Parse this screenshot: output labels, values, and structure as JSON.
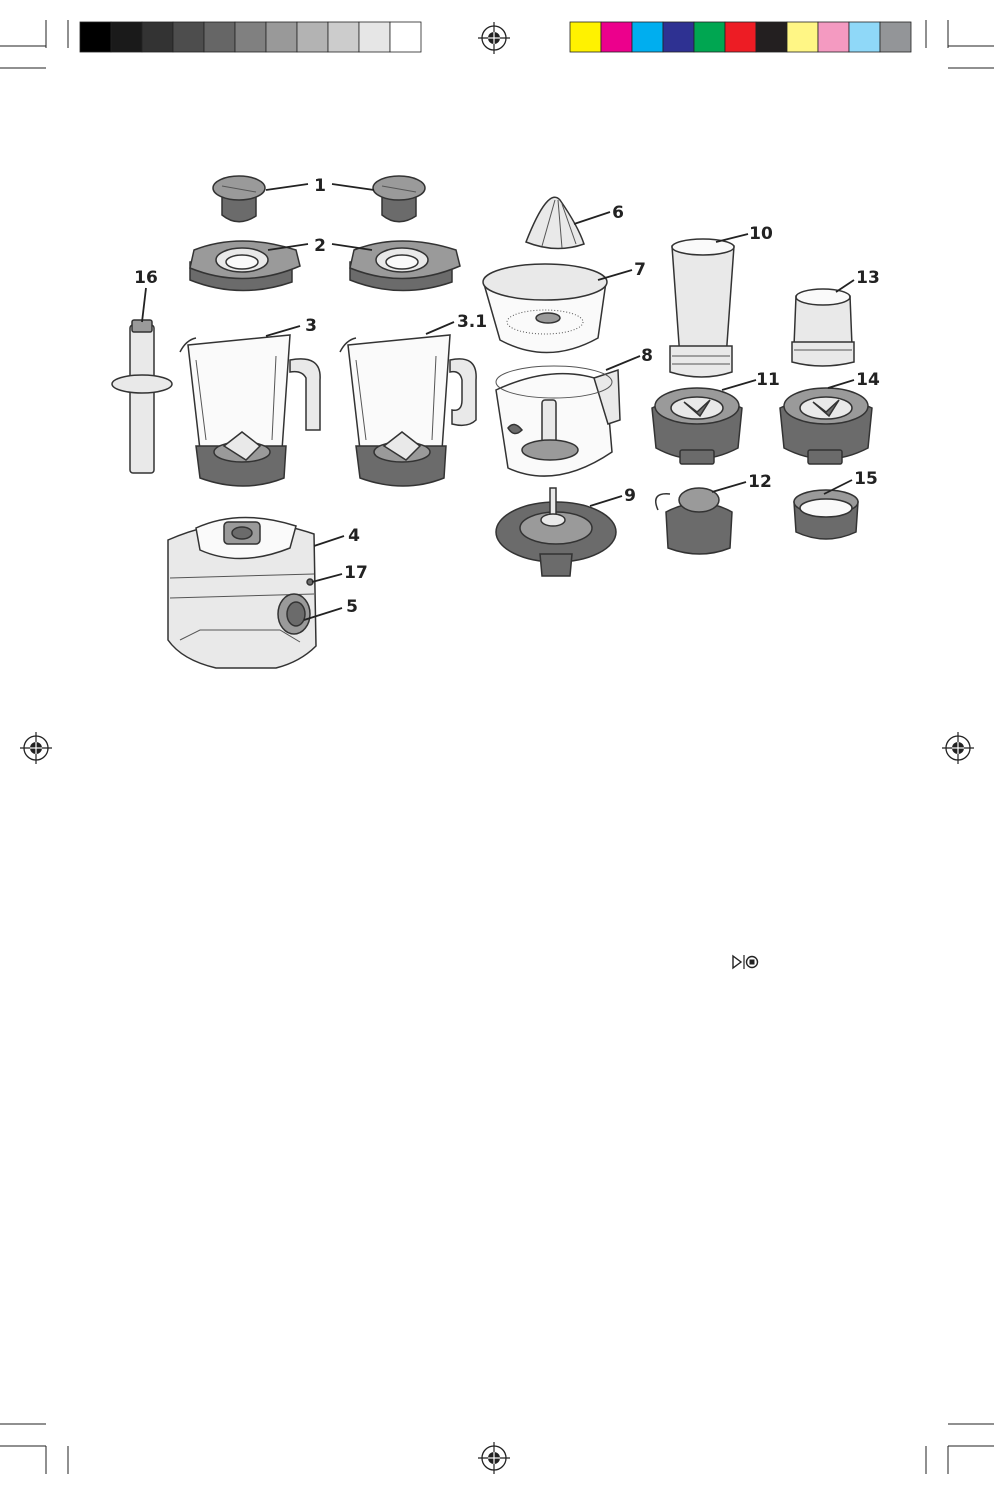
{
  "swatches": {
    "grayscale": [
      "#000000",
      "#1a1a1a",
      "#333333",
      "#4d4d4d",
      "#666666",
      "#808080",
      "#999999",
      "#b3b3b3",
      "#cccccc",
      "#e6e6e6",
      "#ffffff"
    ],
    "color": [
      "#fff200",
      "#ec008c",
      "#00aeef",
      "#2e3192",
      "#00a651",
      "#ed1c24",
      "#231f20",
      "#fff685",
      "#f49ac1",
      "#8fd8f8",
      "#939598"
    ]
  },
  "callouts": {
    "c1": "1",
    "c2": "2",
    "c3": "3",
    "c3_1": "3.1",
    "c4": "4",
    "c5": "5",
    "c6": "6",
    "c7": "7",
    "c8": "8",
    "c9": "9",
    "c10": "10",
    "c11": "11",
    "c12": "12",
    "c13": "13",
    "c14": "14",
    "c15": "15",
    "c16": "16",
    "c17": "17"
  },
  "icons": {
    "start_stop": "start-stop-icon"
  }
}
